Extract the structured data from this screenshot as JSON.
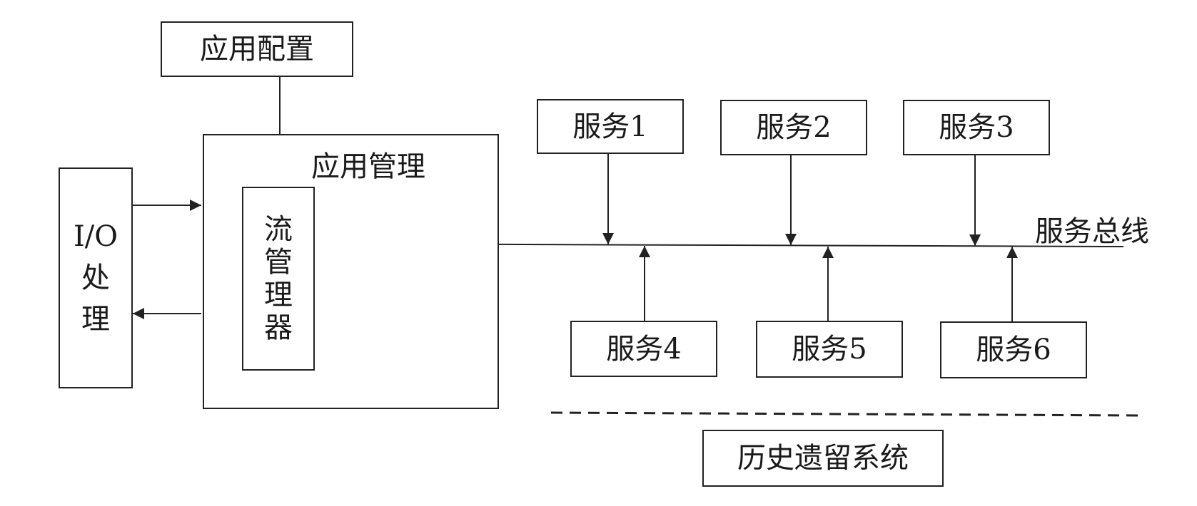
{
  "app_config": {
    "label": "应用配置"
  },
  "app_management": {
    "label": "应用管理"
  },
  "flow_manager": {
    "chars": [
      "流",
      "管",
      "理",
      "器"
    ]
  },
  "io_processing": {
    "line1": "I/O",
    "line2": "处",
    "line3": "理"
  },
  "service_bus": {
    "label": "服务总线"
  },
  "services_top": [
    {
      "label": "服务1"
    },
    {
      "label": "服务2"
    },
    {
      "label": "服务3"
    }
  ],
  "services_bottom": [
    {
      "label": "服务4"
    },
    {
      "label": "服务5"
    },
    {
      "label": "服务6"
    }
  ],
  "legacy_system": {
    "label": "历史遗留系统"
  },
  "colors": {
    "stroke": "#222222",
    "background": "#ffffff"
  }
}
